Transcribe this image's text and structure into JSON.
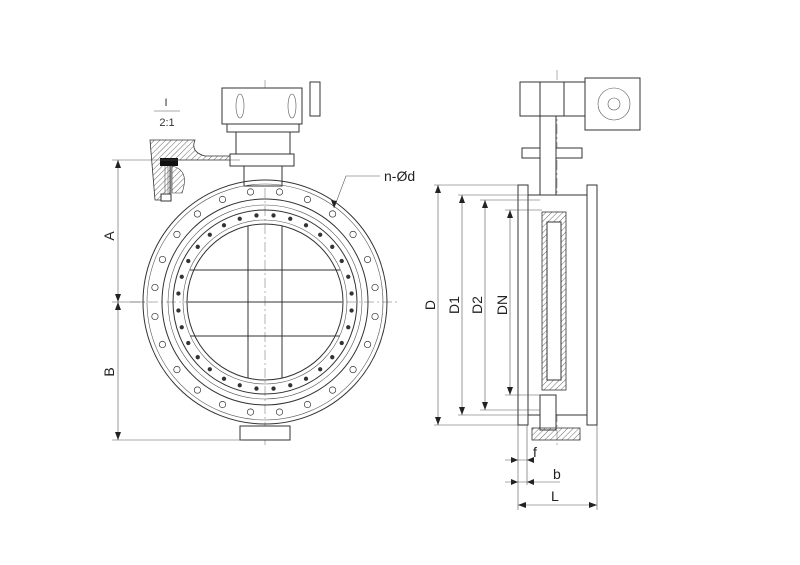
{
  "detail": {
    "mark": "I",
    "scale": "2:1"
  },
  "front_view": {
    "hole_callout": "n-Ød",
    "dim_top": "A",
    "dim_bottom": "B"
  },
  "side_view": {
    "dims": [
      "D",
      "D1",
      "D2",
      "DN"
    ],
    "dim_f": "f",
    "dim_b": "b",
    "dim_L": "L"
  }
}
